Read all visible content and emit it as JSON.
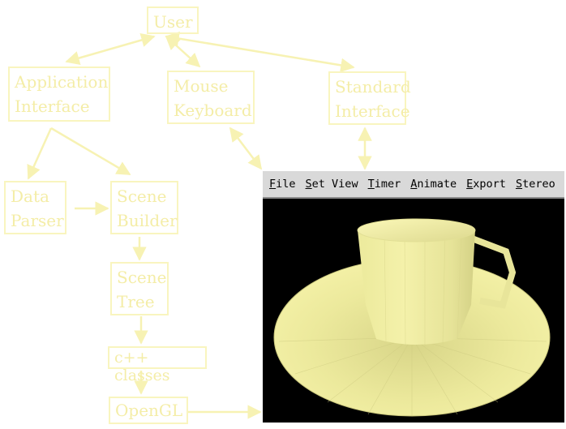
{
  "diagram": {
    "nodes": {
      "user": "User",
      "application_interface": "Application\nInterface",
      "mouse_keyboard": "Mouse\nKeyboard",
      "standard_interface": "Standard\nInterface",
      "data_parser": "Data\nParser",
      "scene_builder": "Scene\nBuilder",
      "scene_tree": "Scene\nTree",
      "cpp_classes": "c++ classes",
      "opengl": "OpenGL"
    },
    "colors": {
      "node_border": "#f9f5bf",
      "node_text": "#f4eda7",
      "arrow": "#f7f2b3"
    }
  },
  "app_window": {
    "menu": [
      {
        "mnemonic": "F",
        "rest": "ile"
      },
      {
        "mnemonic": "S",
        "rest": "et View"
      },
      {
        "mnemonic": "T",
        "rest": "imer"
      },
      {
        "mnemonic": "A",
        "rest": "nimate"
      },
      {
        "mnemonic": "E",
        "rest": "xport"
      },
      {
        "mnemonic": "S",
        "rest": "tereo"
      }
    ],
    "scene": {
      "object": "cup-and-saucer",
      "object_color": "#f0eea0",
      "background": "#000000"
    }
  }
}
